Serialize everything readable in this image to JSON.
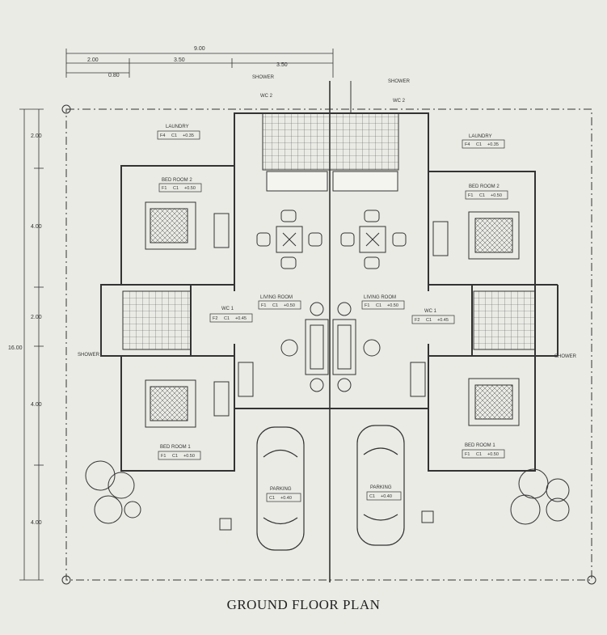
{
  "caption": "GROUND FLOOR PLAN",
  "dimensions": {
    "top_total": "9.00",
    "top_a": "2.00",
    "top_b": "3.50",
    "top_c": "3.50",
    "top_d": "0.80",
    "left_1": "2.00",
    "left_2": "4.00",
    "left_3": "2.00",
    "left_4": "4.00",
    "left_5": "4.00",
    "left_total": "16.00"
  },
  "rooms": {
    "laundry": "LAUNDRY",
    "bedroom2": "BED ROOM 2",
    "bedroom1": "BED ROOM 1",
    "living": "LIVING ROOM",
    "wc1": "WC 1",
    "wc2": "WC 2",
    "shower": "SHOWER",
    "parking": "PARKING"
  },
  "tags": {
    "f4": "F4",
    "f2": "F2",
    "f1": "F1",
    "c1": "C1",
    "lvl_035": "+0.35",
    "lvl_040": "+0.40",
    "lvl_045": "+0.45",
    "lvl_050": "+0.50",
    "lvl_035b": "+0.35",
    "lvl_040b": "+0.40"
  },
  "colors": {
    "line": "#333333",
    "paper": "#efefea"
  }
}
